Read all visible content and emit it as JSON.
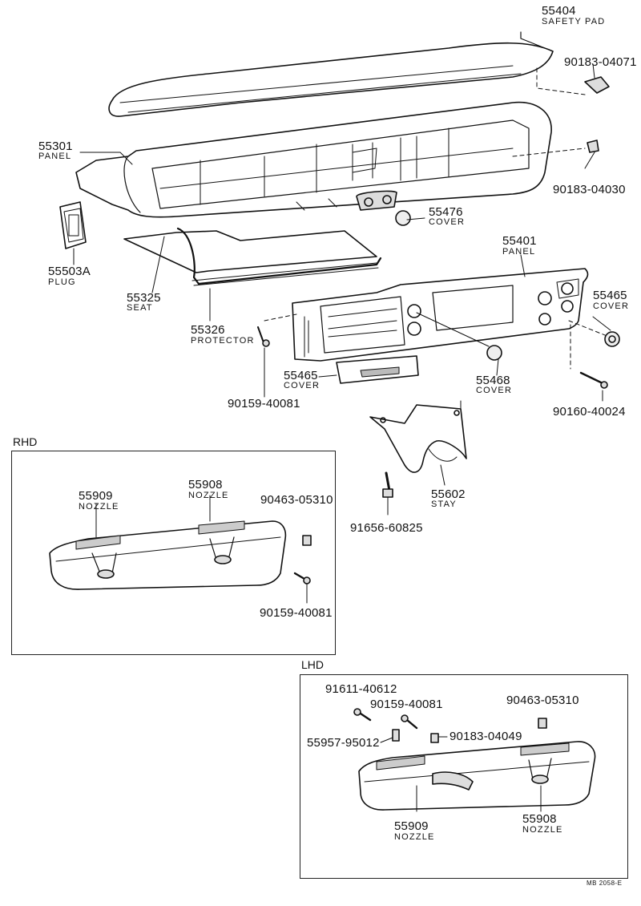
{
  "parts": {
    "p55404": {
      "number": "55404",
      "name": "SAFETY PAD"
    },
    "p90183_04071": {
      "number": "90183-04071"
    },
    "p55301": {
      "number": "55301",
      "name": "PANEL"
    },
    "p90183_04030": {
      "number": "90183-04030"
    },
    "p55476": {
      "number": "55476",
      "name": "COVER"
    },
    "p55503A": {
      "number": "55503A",
      "name": "PLUG"
    },
    "p55325": {
      "number": "55325",
      "name": "SEAT"
    },
    "p55326": {
      "number": "55326",
      "name": "PROTECTOR"
    },
    "p55401": {
      "number": "55401",
      "name": "PANEL"
    },
    "p55465a": {
      "number": "55465",
      "name": "COVER"
    },
    "p55465b": {
      "number": "55465",
      "name": "COVER"
    },
    "p55468": {
      "number": "55468",
      "name": "COVER"
    },
    "p90159_40081": {
      "number": "90159-40081"
    },
    "p90160_40024": {
      "number": "90160-40024"
    },
    "p55602": {
      "number": "55602",
      "name": "STAY"
    },
    "p91656_60825": {
      "number": "91656-60825"
    }
  },
  "rhd": {
    "title": "RHD",
    "p55909": {
      "number": "55909",
      "name": "NOZZLE"
    },
    "p55908": {
      "number": "55908",
      "name": "NOZZLE"
    },
    "p90463_05310": {
      "number": "90463-05310"
    },
    "p90159_40081": {
      "number": "90159-40081"
    }
  },
  "lhd": {
    "title": "LHD",
    "p91611_40612": {
      "number": "91611-40612"
    },
    "p90159_40081": {
      "number": "90159-40081"
    },
    "p90463_05310": {
      "number": "90463-05310"
    },
    "p55957_95012": {
      "number": "55957-95012"
    },
    "p90183_04049": {
      "number": "90183-04049"
    },
    "p55909": {
      "number": "55909",
      "name": "NOZZLE"
    },
    "p55908": {
      "number": "55908",
      "name": "NOZZLE"
    }
  },
  "footer_code": "MB 2058-E"
}
